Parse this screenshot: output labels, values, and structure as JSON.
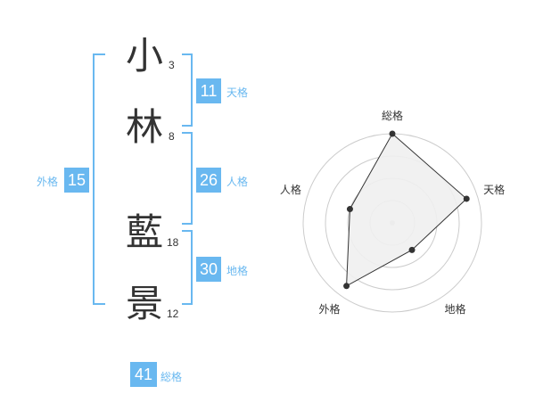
{
  "name": {
    "chars": [
      {
        "char": "小",
        "strokes": "3"
      },
      {
        "char": "林",
        "strokes": "8"
      },
      {
        "char": "藍",
        "strokes": "18"
      },
      {
        "char": "景",
        "strokes": "12"
      }
    ]
  },
  "fortune": {
    "tenkaku": {
      "value": "11",
      "label": "天格"
    },
    "jinkaku": {
      "value": "26",
      "label": "人格"
    },
    "chikaku": {
      "value": "30",
      "label": "地格"
    },
    "gaikaku": {
      "value": "15",
      "label": "外格"
    },
    "soukaku": {
      "value": "41",
      "label": "総格"
    }
  },
  "colors": {
    "accent": "#69b8f0",
    "text": "#333333",
    "radar_fill": "#efefef",
    "grid": "#cccccc"
  },
  "chart_data": {
    "type": "radar",
    "axes": [
      "総格",
      "天格",
      "地格",
      "外格",
      "人格"
    ],
    "levels": 4,
    "range": [
      0,
      4
    ],
    "values": [
      4,
      3.5,
      1.5,
      3.5,
      2
    ],
    "grid": true
  }
}
